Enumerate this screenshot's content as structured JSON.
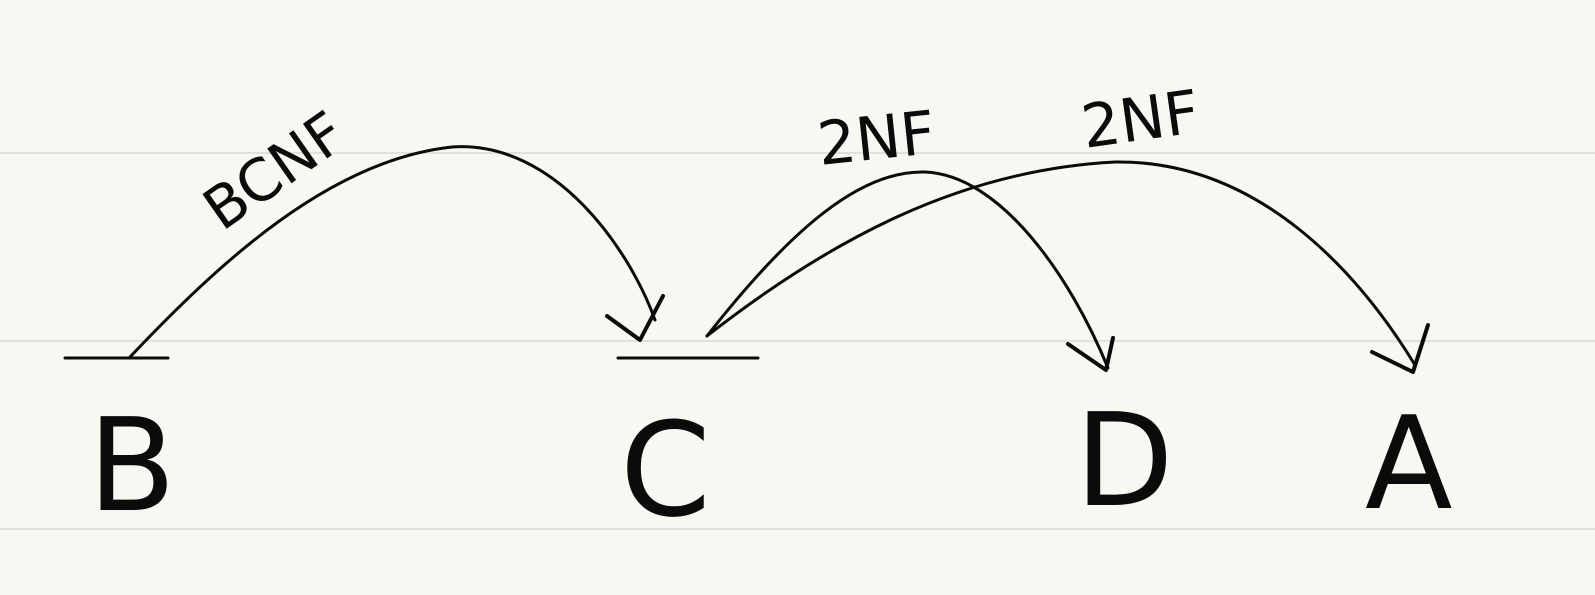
{
  "diagram": {
    "attributes": [
      {
        "id": "B",
        "label": "B",
        "key": true
      },
      {
        "id": "C",
        "label": "C",
        "key": true
      },
      {
        "id": "D",
        "label": "D",
        "key": false
      },
      {
        "id": "A",
        "label": "A",
        "key": false
      }
    ],
    "dependencies": [
      {
        "from": "B",
        "to": "C",
        "label": "BCNF"
      },
      {
        "from": "C",
        "to": "D",
        "label": "2NF"
      },
      {
        "from": "C",
        "to": "A",
        "label": "2NF"
      }
    ],
    "colors": {
      "paper": "#f8f7f2",
      "rule": "#d3d2ce",
      "ink": "#0b0b0b"
    }
  }
}
